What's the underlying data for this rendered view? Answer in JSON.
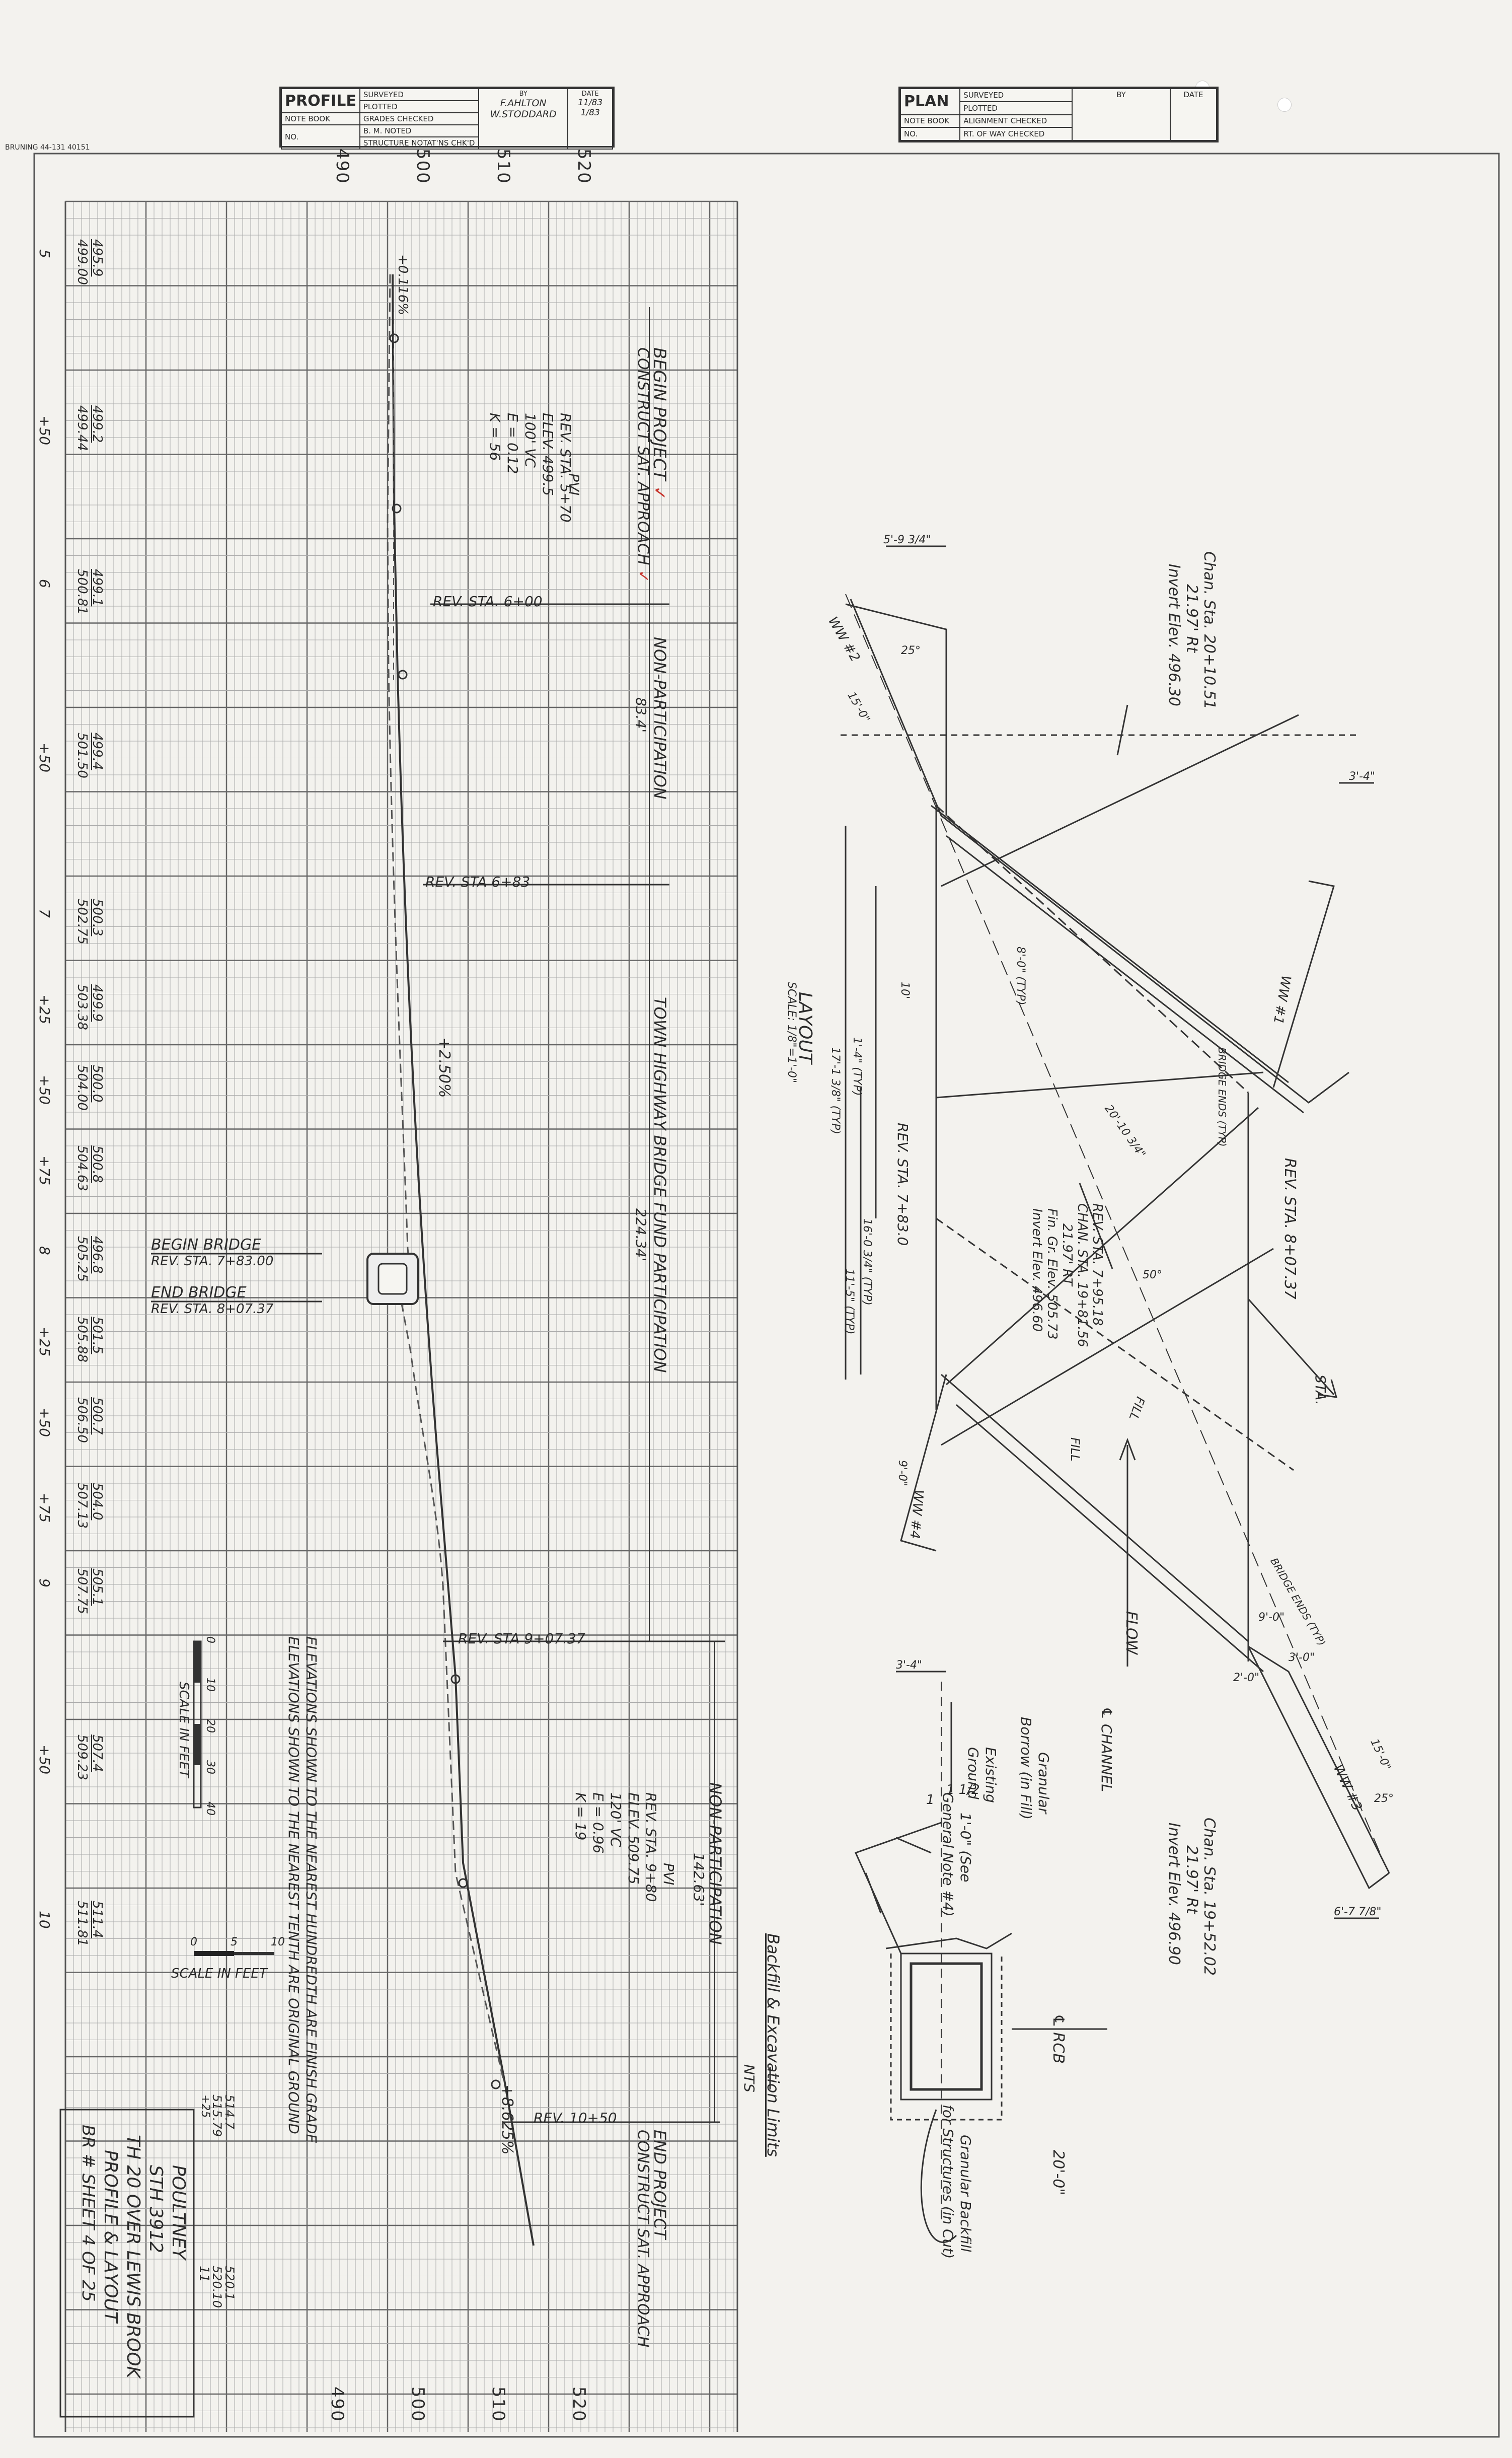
{
  "brand_note": "BRUNING 44-131 40151",
  "profile_block": {
    "title": "PROFILE",
    "rows_left": [
      "NOTE BOOK",
      "NO."
    ],
    "rows": [
      "SURVEYED",
      "PLOTTED",
      "GRADES CHECKED",
      "B. M.  NOTED",
      "STRUCTURE NOTAT'NS CHK'D"
    ],
    "by_header": "BY",
    "date_header": "DATE",
    "by_values": [
      "F.AHLTON",
      "W.STODDARD"
    ],
    "date_values": [
      "11/83",
      "1/83"
    ]
  },
  "plan_block": {
    "title": "PLAN",
    "rows_left": [
      "NOTE BOOK",
      "NO."
    ],
    "rows": [
      "SURVEYED",
      "PLOTTED",
      "ALIGNMENT CHECKED",
      "RT. OF WAY CHECKED"
    ],
    "by_header": "BY",
    "date_header": "DATE"
  },
  "elev_axis_top": [
    "490",
    "500",
    "510",
    "520"
  ],
  "elev_axis_bottom": [
    "490",
    "500",
    "510",
    "520"
  ],
  "stations": [
    "5",
    "+50",
    "6",
    "+50",
    "7",
    "+25",
    "+50",
    "+75",
    "8",
    "+25",
    "+50",
    "+75",
    "9",
    "+50",
    "10"
  ],
  "elevation_pairs": [
    {
      "og": "495.9",
      "fg": "499.00"
    },
    {
      "og": "499.2",
      "fg": "499.44"
    },
    {
      "og": "499.1",
      "fg": "500.81"
    },
    {
      "og": "499.4",
      "fg": "501.50"
    },
    {
      "og": "500.3",
      "fg": "502.75"
    },
    {
      "og": "499.9",
      "fg": "503.38"
    },
    {
      "og": "500.0",
      "fg": "504.00"
    },
    {
      "og": "500.8",
      "fg": "504.63"
    },
    {
      "og": "496.8",
      "fg": "505.25"
    },
    {
      "og": "501.5",
      "fg": "505.88"
    },
    {
      "og": "500.7",
      "fg": "506.50"
    },
    {
      "og": "504.0",
      "fg": "507.13"
    },
    {
      "og": "505.1",
      "fg": "507.75"
    },
    {
      "og": "507.4",
      "fg": "509.23"
    },
    {
      "og": "511.4",
      "fg": "511.81"
    }
  ],
  "extra_elevs": [
    "514.7",
    "515.79",
    "520.1",
    "520.10",
    "+25",
    "11"
  ],
  "grade_labels": [
    "+0.116%",
    "+2.50%",
    "+8.625%"
  ],
  "annotations": {
    "begin_project": "BEGIN PROJECT",
    "construct_approach": "CONSTRUCT SAT. APPROACH",
    "pvi_1": [
      "PVI",
      "REV. STA. 5+70",
      "ELEV. 499.5",
      "100' VC",
      "E = 0.12",
      "K = 56"
    ],
    "rev_sta_600": "REV. STA. 6+00",
    "non_participation_1": "NON-PARTICIPATION",
    "non_participation_1_len": "83.4'",
    "rev_sta_683": "REV. STA 6+83",
    "town_highway": "TOWN HIGHWAY BRIDGE FUND PARTICIPATION",
    "town_highway_len": "224.34'",
    "begin_bridge": "BEGIN BRIDGE",
    "begin_bridge_sta": "REV. STA. 7+83.00",
    "end_bridge": "END BRIDGE",
    "end_bridge_sta": "REV. STA. 8+07.37",
    "rev_sta_907": "REV. STA 9+07.37",
    "elevations_note_1": "ELEVATIONS SHOWN TO THE NEAREST HUNDREDTH ARE FINISH GRADE",
    "elevations_note_2": "ELEVATIONS SHOWN TO THE NEAREST TENTH ARE ORIGINAL GROUND",
    "scale_in_feet_v": "SCALE IN FEET",
    "scale_v_ticks": [
      "0",
      "10",
      "20",
      "30",
      "40"
    ],
    "scale_in_feet_h": "SCALE IN FEET",
    "scale_h_ticks": [
      "0",
      "5",
      "10"
    ],
    "non_participation_2": "NON-PARTICIPATION",
    "non_participation_2_len": "142.63'",
    "pvi_2": [
      "PVI",
      "REV. STA. 9+80",
      "ELEV. 509.75",
      "120' VC",
      "E = 0.96",
      "K = 19"
    ],
    "rev_sta_1050": "REV. 10+50",
    "end_project": "END PROJECT",
    "end_construct": "CONSTRUCT SAT. APPROACH"
  },
  "title_block": {
    "line1": "POULTNEY",
    "line2": "STH 3912",
    "line3": "TH 20 OVER LEWIS BROOK",
    "line4": "PROFILE & LAYOUT",
    "line5": "BR # SHEET 4 OF 25"
  },
  "plan": {
    "layout_title": "LAYOUT",
    "layout_scale": "SCALE: 1/8\"=1'-0\"",
    "chan_top": [
      "Chan. Sta. 20+10.51",
      "21.97' Rt",
      "Invert Elev. 496.30"
    ],
    "chan_bottom": [
      "Chan. Sta. 19+52.02",
      "21.97' Rt",
      "Invert Elev. 496.90"
    ],
    "center_note": [
      "REV. STA. 7+95.18",
      "CHAN. STA. 19+81.56",
      "21.97' RT",
      "Fin. Gr. Elev. 505.73",
      "Invert Elev. 496.60"
    ],
    "rev_sta_right": "REV. STA. 8+07.37",
    "rev_sta_left": "REV. STA. 7+83.0",
    "dims": [
      "5'-9 3/4\"",
      "3'-4\"",
      "3'-4\"",
      "6'-7 7/8\"",
      "8'-0\" (TYP)",
      "1'-4\" (TYP)",
      "20'-10 3/4\"",
      "17'-1 3/8\" (TYP)",
      "16'-0 3/4\" (TYP)",
      "11'-5\" (TYP)",
      "50°",
      "25°",
      "25°",
      "15'-0\"",
      "15'-0\"",
      "10'",
      "9'-0\"",
      "9'-0\"",
      "3'-0\"",
      "2'-0\""
    ],
    "wingwalls": [
      "WW #1",
      "WW #2",
      "WW #3",
      "WW #4"
    ],
    "bridge_ends": [
      "BRIDGE ENDS (TYP)",
      "BRIDGE ENDS (TYP)"
    ],
    "fill_labels": [
      "FILL",
      "FILL"
    ],
    "sta_label": "STA.",
    "flow_label": "FLOW",
    "channel_label": "℄ CHANNEL",
    "rcb_label": "℄ RCB",
    "rcb_dim": "20'-0\"",
    "granular_borrow": [
      "Granular",
      "Borrow (in Fill)"
    ],
    "existing_ground": [
      "Existing",
      "Ground"
    ],
    "general_note": [
      "1'-0\" (See",
      "General Note #4)"
    ],
    "granular_backfill": [
      "Granular Backfill",
      "for Structures (in Cut)"
    ],
    "slope_a": "1",
    "slope_b": "1 1/2",
    "backfill_title": "Backfill & Excavation Limits",
    "nts": "NTS"
  }
}
